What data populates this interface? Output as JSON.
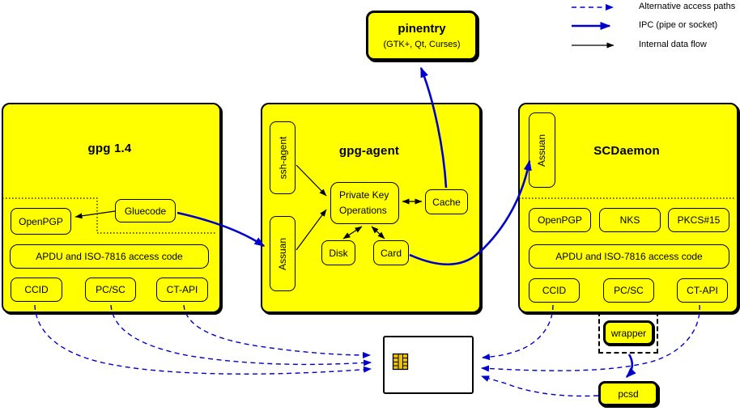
{
  "legend": {
    "alt_label": "Alternative access paths",
    "ipc_label": "IPC (pipe or socket)",
    "internal_label": "Internal data flow"
  },
  "pinentry": {
    "title": "pinentry",
    "subtitle": "(GTK+, Qt, Curses)"
  },
  "gpg14": {
    "title": "gpg 1.4",
    "openpgp": "OpenPGP",
    "gluecode": "Gluecode",
    "apdu": "APDU and ISO-7816 access code",
    "ccid": "CCID",
    "pcsc": "PC/SC",
    "ctapi": "CT-API"
  },
  "gpgagent": {
    "title": "gpg-agent",
    "sshagent": "ssh-agent",
    "assuan": "Assuan",
    "pko_line1": "Private Key",
    "pko_line2": "Operations",
    "cache": "Cache",
    "disk": "Disk",
    "card": "Card"
  },
  "scdaemon": {
    "title": "SCDaemon",
    "assuan": "Assuan",
    "openpgp": "OpenPGP",
    "nks": "NKS",
    "pkcs15": "PKCS#15",
    "apdu": "APDU and ISO-7816 access code",
    "ccid": "CCID",
    "pcsc": "PC/SC",
    "ctapi": "CT-API"
  },
  "external": {
    "wrapper": "wrapper",
    "pcsd": "pcsd"
  },
  "colors": {
    "box_fill": "#ffff00",
    "line_blue": "#0000cd",
    "border_black": "#000000",
    "chip_gold": "#edc400"
  }
}
